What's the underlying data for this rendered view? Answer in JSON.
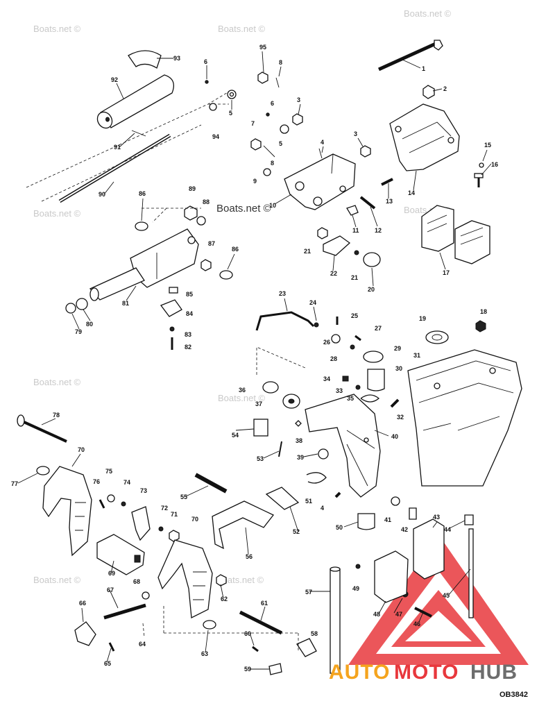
{
  "watermark": "Boats.net ©",
  "watermark_center": "Boats.net ©",
  "diagram_code": "OB3842",
  "logo": {
    "part1": "AUTO",
    "part2": "MOTO",
    "part3": "HUB"
  },
  "colors": {
    "logo_red": "#e8383d",
    "logo_orange": "#f5a41e",
    "logo_gray": "#6d6d6d"
  },
  "labels": [
    "1",
    "2",
    "3",
    "3",
    "4",
    "4",
    "5",
    "5",
    "6",
    "6",
    "7",
    "8",
    "8",
    "9",
    "10",
    "11",
    "12",
    "13",
    "14",
    "15",
    "16",
    "17",
    "18",
    "19",
    "20",
    "21",
    "21",
    "22",
    "23",
    "24",
    "25",
    "26",
    "27",
    "28",
    "29",
    "30",
    "31",
    "32",
    "33",
    "34",
    "35",
    "36",
    "37",
    "38",
    "39",
    "40",
    "41",
    "42",
    "43",
    "44",
    "45",
    "46",
    "47",
    "48",
    "49",
    "50",
    "51",
    "52",
    "53",
    "54",
    "55",
    "56",
    "57",
    "58",
    "59",
    "60",
    "61",
    "62",
    "63",
    "64",
    "65",
    "66",
    "67",
    "68",
    "69",
    "70",
    "70",
    "71",
    "72",
    "73",
    "74",
    "75",
    "76",
    "77",
    "78",
    "79",
    "80",
    "81",
    "82",
    "83",
    "84",
    "85",
    "86",
    "86",
    "87",
    "88",
    "89",
    "90",
    "91",
    "92",
    "93",
    "94",
    "95"
  ]
}
